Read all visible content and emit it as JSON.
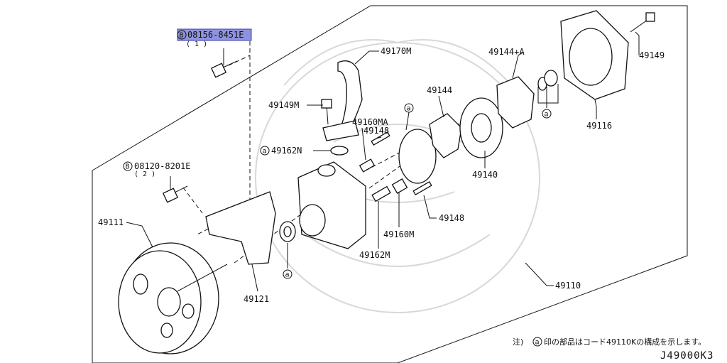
{
  "diagram": {
    "callouts": {
      "bolt_top_code": "08156-8451E",
      "bolt_top_qty": "( 1 )",
      "bolt_mid_code": "08120-8201E",
      "bolt_mid_qty": "( 2 )",
      "p49170M": "49170M",
      "p49144A": "49144+A",
      "p49149": "49149",
      "p49149M": "49149M",
      "p49144": "49144",
      "p49160MA": "49160MA",
      "p49148a": "49148",
      "p49162N": "49162N",
      "p49116": "49116",
      "p49140": "49140",
      "p49111": "49111",
      "p49148b": "49148",
      "p49160M": "49160M",
      "p49162M": "49162M",
      "p49121": "49121",
      "p49110": "49110"
    },
    "symbols": {
      "circle_b": "B",
      "circle_a": "a"
    },
    "footnote": {
      "prefix": "注)",
      "text": "印の部品はコード49110Kの構成を示します。"
    },
    "diagram_code": "J49000K3",
    "highlight_color": "#8f93dd"
  }
}
